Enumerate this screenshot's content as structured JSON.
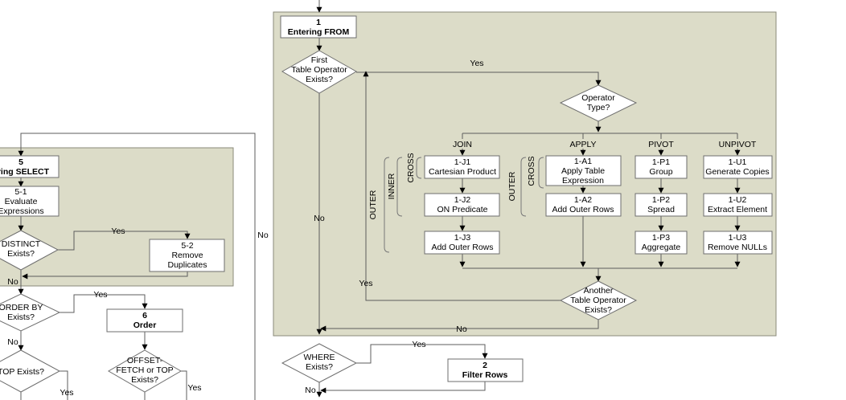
{
  "entering_from": {
    "num": "1",
    "title": "Entering FROM"
  },
  "first_table_op": [
    "First",
    "Table Operator",
    "Exists?"
  ],
  "operator_type": [
    "Operator",
    "Type?"
  ],
  "labels": {
    "yes": "Yes",
    "no": "No"
  },
  "categories": {
    "join": "JOIN",
    "apply": "APPLY",
    "pivot": "PIVOT",
    "unpivot": "UNPIVOT"
  },
  "scopes": {
    "outer": "OUTER",
    "inner": "INNER",
    "cross": "CROSS"
  },
  "steps": {
    "j1": [
      "1-J1",
      "Cartesian Product"
    ],
    "j2": [
      "1-J2",
      "ON Predicate"
    ],
    "j3": [
      "1-J3",
      "Add Outer Rows"
    ],
    "a1": [
      "1-A1",
      "Apply Table",
      "Expression"
    ],
    "a2": [
      "1-A2",
      "Add Outer Rows"
    ],
    "p1": [
      "1-P1",
      "Group"
    ],
    "p2": [
      "1-P2",
      "Spread"
    ],
    "p3": [
      "1-P3",
      "Aggregate"
    ],
    "u1": [
      "1-U1",
      "Generate Copies"
    ],
    "u2": [
      "1-U2",
      "Extract Element"
    ],
    "u3": [
      "1-U3",
      "Remove NULLs"
    ]
  },
  "another_op": [
    "Another",
    "Table Operator",
    "Exists?"
  ],
  "where": [
    "WHERE",
    "Exists?"
  ],
  "filter_rows": {
    "num": "2",
    "title": "Filter Rows"
  },
  "select_box": {
    "num": "5",
    "title": "ering SELECT"
  },
  "s51": [
    "5-1",
    "Evaluate",
    "Expressions"
  ],
  "distinct": [
    "DISTINCT",
    "Exists?"
  ],
  "s52": [
    "5-2",
    "Remove",
    "Duplicates"
  ],
  "orderby": [
    "ORDER BY",
    "Exists?"
  ],
  "order_box": {
    "num": "6",
    "title": "Order"
  },
  "top": [
    "TOP Exists?"
  ],
  "offset": [
    "OFFSET-",
    "FETCH or TOP",
    "Exists?"
  ]
}
